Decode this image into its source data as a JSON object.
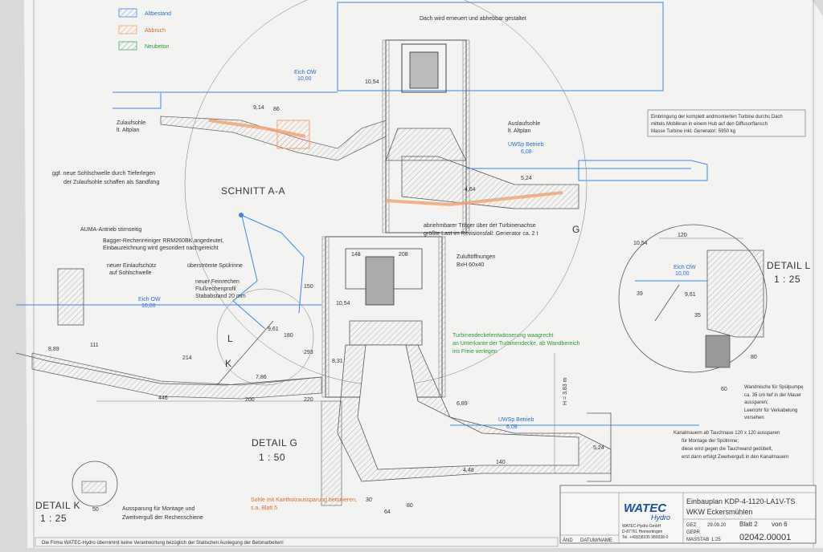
{
  "legend": {
    "items": [
      {
        "label": "Altbestand",
        "color": "#3a86e6"
      },
      {
        "label": "Abbruch",
        "color": "#f0a070"
      },
      {
        "label": "Neubeton",
        "color": "#4aa86a"
      }
    ]
  },
  "section_aa": {
    "title": "SCHNITT A-A",
    "roof_note": "Dach wird erneuert und abhebbar gestaltet",
    "owl_label": "Eich OW",
    "owl_value": "10,00",
    "level_1054": "10,54",
    "level_914": "9,14",
    "dim_86": "86",
    "inlet_note_1": "Zulaufsohle",
    "inlet_note_2": "lt. Altplan",
    "outlet_note_1": "Auslaufsohle",
    "outlet_note_2": "lt. Altplan",
    "uw_label": "UWSp Betrieb",
    "uw_value": "6,08",
    "level_524": "5,24",
    "level_464": "4,64",
    "sand_note_1": "ggf. neue Sohlschwelle durch Tieferlegen",
    "sand_note_2": "der Zulaufsohle schaffen als Sandfang"
  },
  "turbine_note": {
    "line1": "Einbringung der komplett andmontierten Turbine durchs Dach",
    "line2": "mittels Mobilkran in einem Hub auf den Diffusorflansch",
    "line3": "Masse Turbine inkl. Generator: 5950 kg"
  },
  "section_main": {
    "auma": "AUMA-Antrieb stirnseitig",
    "bagger_1": "Bagger-Rechenreiniger RRM260BK angedeutet,",
    "bagger_2": "Einbauzeichnung wird gesondert nachgereicht",
    "einlauf_1": "neuer Einlaufschütz",
    "einlauf_2": "auf Sohlschwelle",
    "spuel": "überströmte Spülrinne",
    "rechen_1": "neuer Feinrechen",
    "rechen_2": "Flußrechenprofil",
    "rechen_3": "Stababstand 20 mm",
    "traeger_1": "abnehmbarer Träger über der Turbinenachse",
    "traeger_2": "größte Last im Revisionsfall: Generator ca. 2 t",
    "zuluft_1": "Zuluftöffnungen",
    "zuluft_2": "BxH 60x40",
    "deckel_1": "Turbinendeckelentwässerung waagrecht",
    "deckel_2": "an Unterkante der Turbinendecke, ab Wandbereich",
    "deckel_3": "ins Freie verlegen",
    "g_label": "G",
    "owl_label": "Eich OW",
    "owl_value": "10,00",
    "level_889": "8,89",
    "level_961": "9,61",
    "level_1054": "10,54",
    "level_831": "8,31",
    "level_786": "7,86",
    "level_689": "6,89",
    "uw_label": "UWSp Betrieb",
    "uw_value": "6,08",
    "level_524": "5,24",
    "level_448": "4,48",
    "dim_446": "446",
    "dim_200": "200",
    "dim_220": "220",
    "dim_150": "150",
    "dim_148": "148",
    "dim_208": "208",
    "dim_180": "180",
    "dim_293": "293",
    "dim_111": "111",
    "dim_214": "214",
    "dim_140": "140",
    "dim_30": "30",
    "dim_64": "64",
    "dim_80": "80",
    "dim_h": "H = 3,83 m",
    "k_label": "K",
    "l_label": "L",
    "sohle_1": "Sohle mit Kantholzaussparung betonieren,",
    "sohle_2": "s.a. Blatt 5"
  },
  "detail_g": {
    "title": "DETAIL G",
    "scale": "1 : 50"
  },
  "detail_k": {
    "title": "DETAIL K",
    "scale": "1 : 25",
    "dim_50": "50",
    "note_1": "Aussparung für Montage und",
    "note_2": "Zweitverguß der Rechenschiene"
  },
  "detail_l": {
    "title": "DETAIL L",
    "scale": "1 : 25",
    "dim_120": "120",
    "level_1054": "10,54",
    "owl_label": "Eich OW",
    "owl_value": "10,00",
    "level_961": "9,61",
    "dim_39": "39",
    "dim_35": "35",
    "dim_60": "60",
    "dim_80": "80",
    "pump_1": "Wandnische für Spülpumpe",
    "pump_2": "ca. 35 cm tief in der Mauer",
    "pump_3": "aussparen;",
    "pump_4": "Leerrohr für Verkabelung",
    "pump_5": "vorsehen",
    "kanal_1": "Kanalmauern ab Tauchnase 120 x 120 aussparen",
    "kanal_2": "für Montage der Spülrinne;",
    "kanal_3": "diese wird gegen die Tauchwand gedübelt,",
    "kanal_4": "erst dann erfolgt Zweitverguß in den Kanalmauern"
  },
  "title_block": {
    "logo_main": "WATEC",
    "logo_sub": "Hydro",
    "company_1": "WATEC-Hydro GmbH",
    "company_2": "D-87761 Heimertingen",
    "company_3": "Tel. +49(0)8335 989338-0",
    "drawing_title": "Einbauplan KDP-4-1120-LA1V-TS",
    "project": "WKW Eckersmühlen",
    "sheet": "Blatt 2",
    "sheet_of": "von 6",
    "number": "02042.00001",
    "scale": "1:25",
    "date": "29.09.20",
    "label_gez": "GEZ",
    "label_gepr": "GEPR",
    "label_massstab": "MASSTAB",
    "label_aend": "ÄND",
    "label_datum": "DATUM/NAME"
  },
  "disclaimer": "Die Firma WATEC-Hydro übernimmt keine Verantwortung bezüglich der Statischen Auslegung der Betonarbeiten!"
}
